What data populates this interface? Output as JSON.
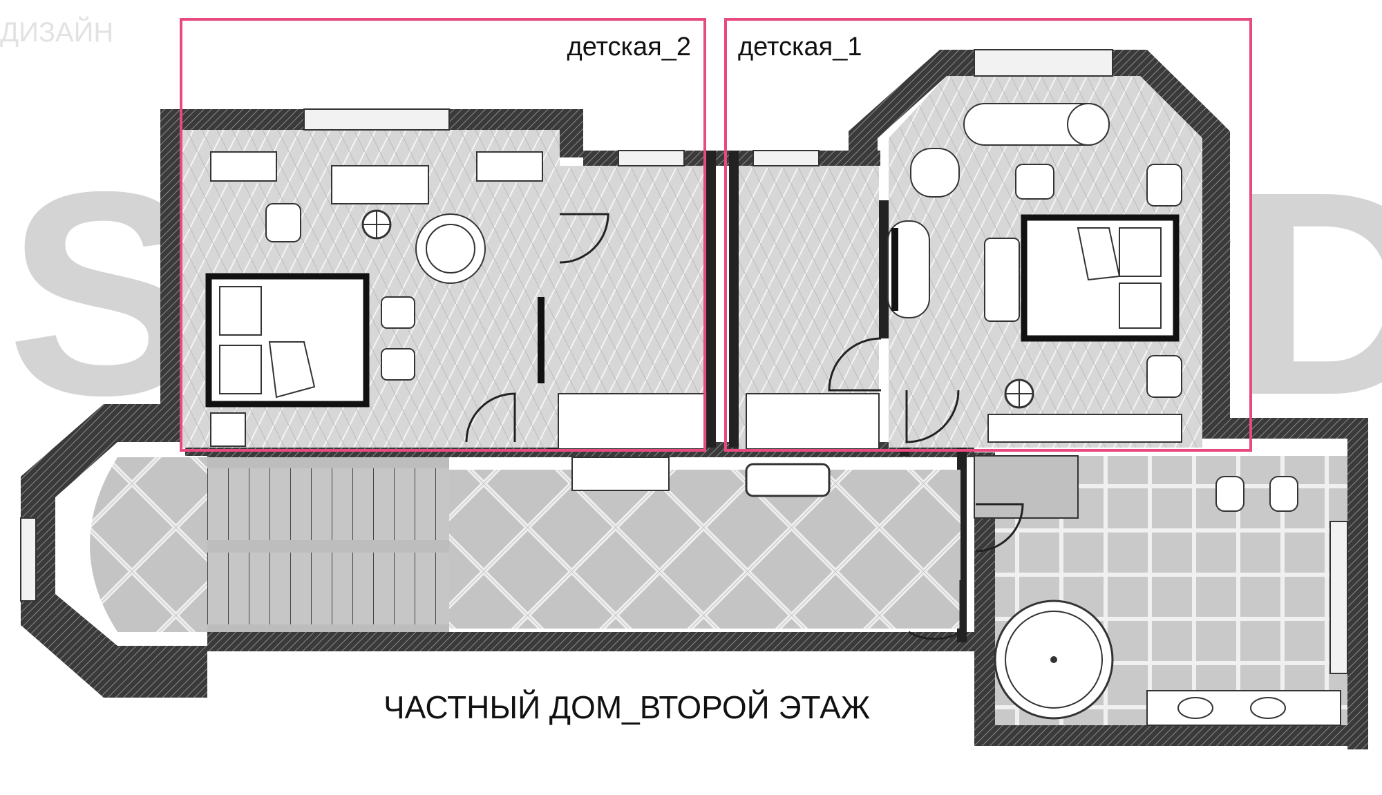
{
  "plan": {
    "title": "ЧАСТНЫЙ ДОМ_ВТОРОЙ ЭТАЖ",
    "rooms": [
      {
        "id": "child-2",
        "label": "детская_2"
      },
      {
        "id": "child-1",
        "label": "детская_1"
      }
    ],
    "colors": {
      "highlight": "#e8497f",
      "wall": "#333333",
      "floor_light": "#d8d8d8",
      "floor_mid": "#c2c2c2",
      "watermark": "#d4d4d4"
    }
  }
}
